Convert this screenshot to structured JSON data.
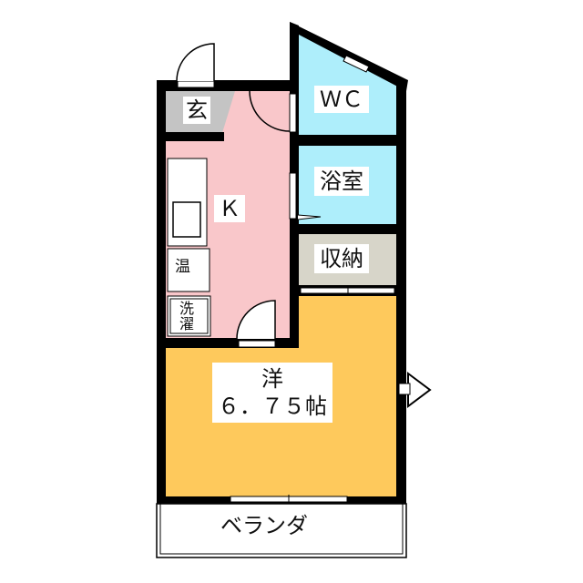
{
  "rooms": {
    "entrance": "玄",
    "wc": "ＷＣ",
    "bath": "浴室",
    "storage": "収納",
    "kitchen": "Ｋ",
    "water_heater": "温",
    "laundry": "洗\n濯",
    "western_room": "洋",
    "western_room_size": "６．７５帖",
    "balcony": "ベランダ"
  },
  "colors": {
    "kitchen": "#f9c7ca",
    "wet_area": "#aeeefb",
    "western_room": "#fec95c",
    "entrance": "#c4c4c4",
    "storage": "#d7d5c9",
    "wall": "#000000"
  }
}
